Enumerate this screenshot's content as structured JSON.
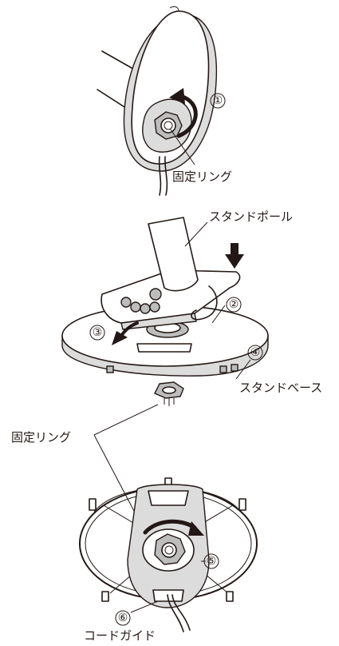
{
  "labels": {
    "ring_top": "固定リング",
    "pole": "スタンドポール",
    "base": "スタンドベース",
    "ring_bottom": "固定リング",
    "cord_guide": "コードガイド"
  },
  "steps": {
    "s1": "①",
    "s2": "②",
    "s3": "③",
    "s4": "④",
    "s5": "⑤",
    "s6": "⑥"
  },
  "colors": {
    "line": "#231815",
    "shade_light": "#dcdcdc",
    "shade_mid": "#bdbdbd",
    "background": "#ffffff"
  }
}
